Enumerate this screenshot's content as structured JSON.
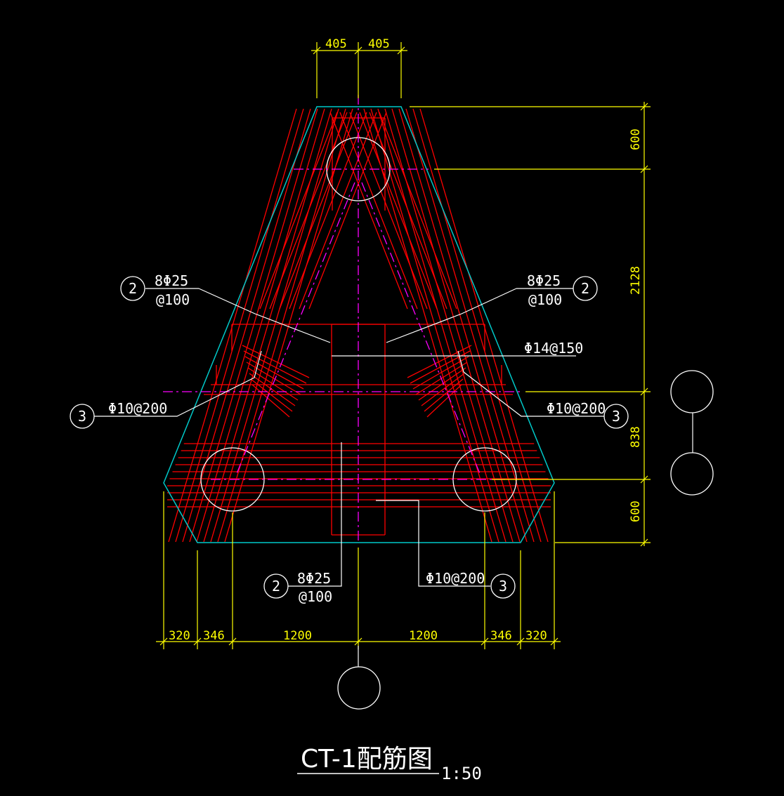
{
  "drawing": {
    "title": "CT-1配筋图",
    "scale": "1:50",
    "colors": {
      "background": "#000000",
      "outline": "#00c8c8",
      "rebar": "#ff0000",
      "centerline": "#ff00ff",
      "dimension": "#ffff00",
      "annotation": "#ffffff"
    },
    "dimensions": {
      "top_left": "405",
      "top_right": "405",
      "right_1": "600",
      "right_2": "2128",
      "right_3": "838",
      "right_4": "600",
      "bottom_1": "320",
      "bottom_2": "346",
      "bottom_3": "1200",
      "bottom_4": "1200",
      "bottom_5": "346",
      "bottom_6": "320"
    },
    "callouts": {
      "left_upper": {
        "number": "2",
        "line1": "8Φ25",
        "line2": "@100"
      },
      "right_upper": {
        "number": "2",
        "line1": "8Φ25",
        "line2": "@100"
      },
      "left_middle": {
        "number": "3",
        "text": "Φ10@200"
      },
      "right_middle": {
        "number": "3",
        "text": "Φ10@200"
      },
      "center_stirrup": {
        "text": "Φ14@150"
      },
      "bottom_left": {
        "number": "2",
        "line1": "8Φ25",
        "line2": "@100"
      },
      "bottom_right": {
        "number": "3",
        "text": "Φ10@200"
      }
    }
  }
}
